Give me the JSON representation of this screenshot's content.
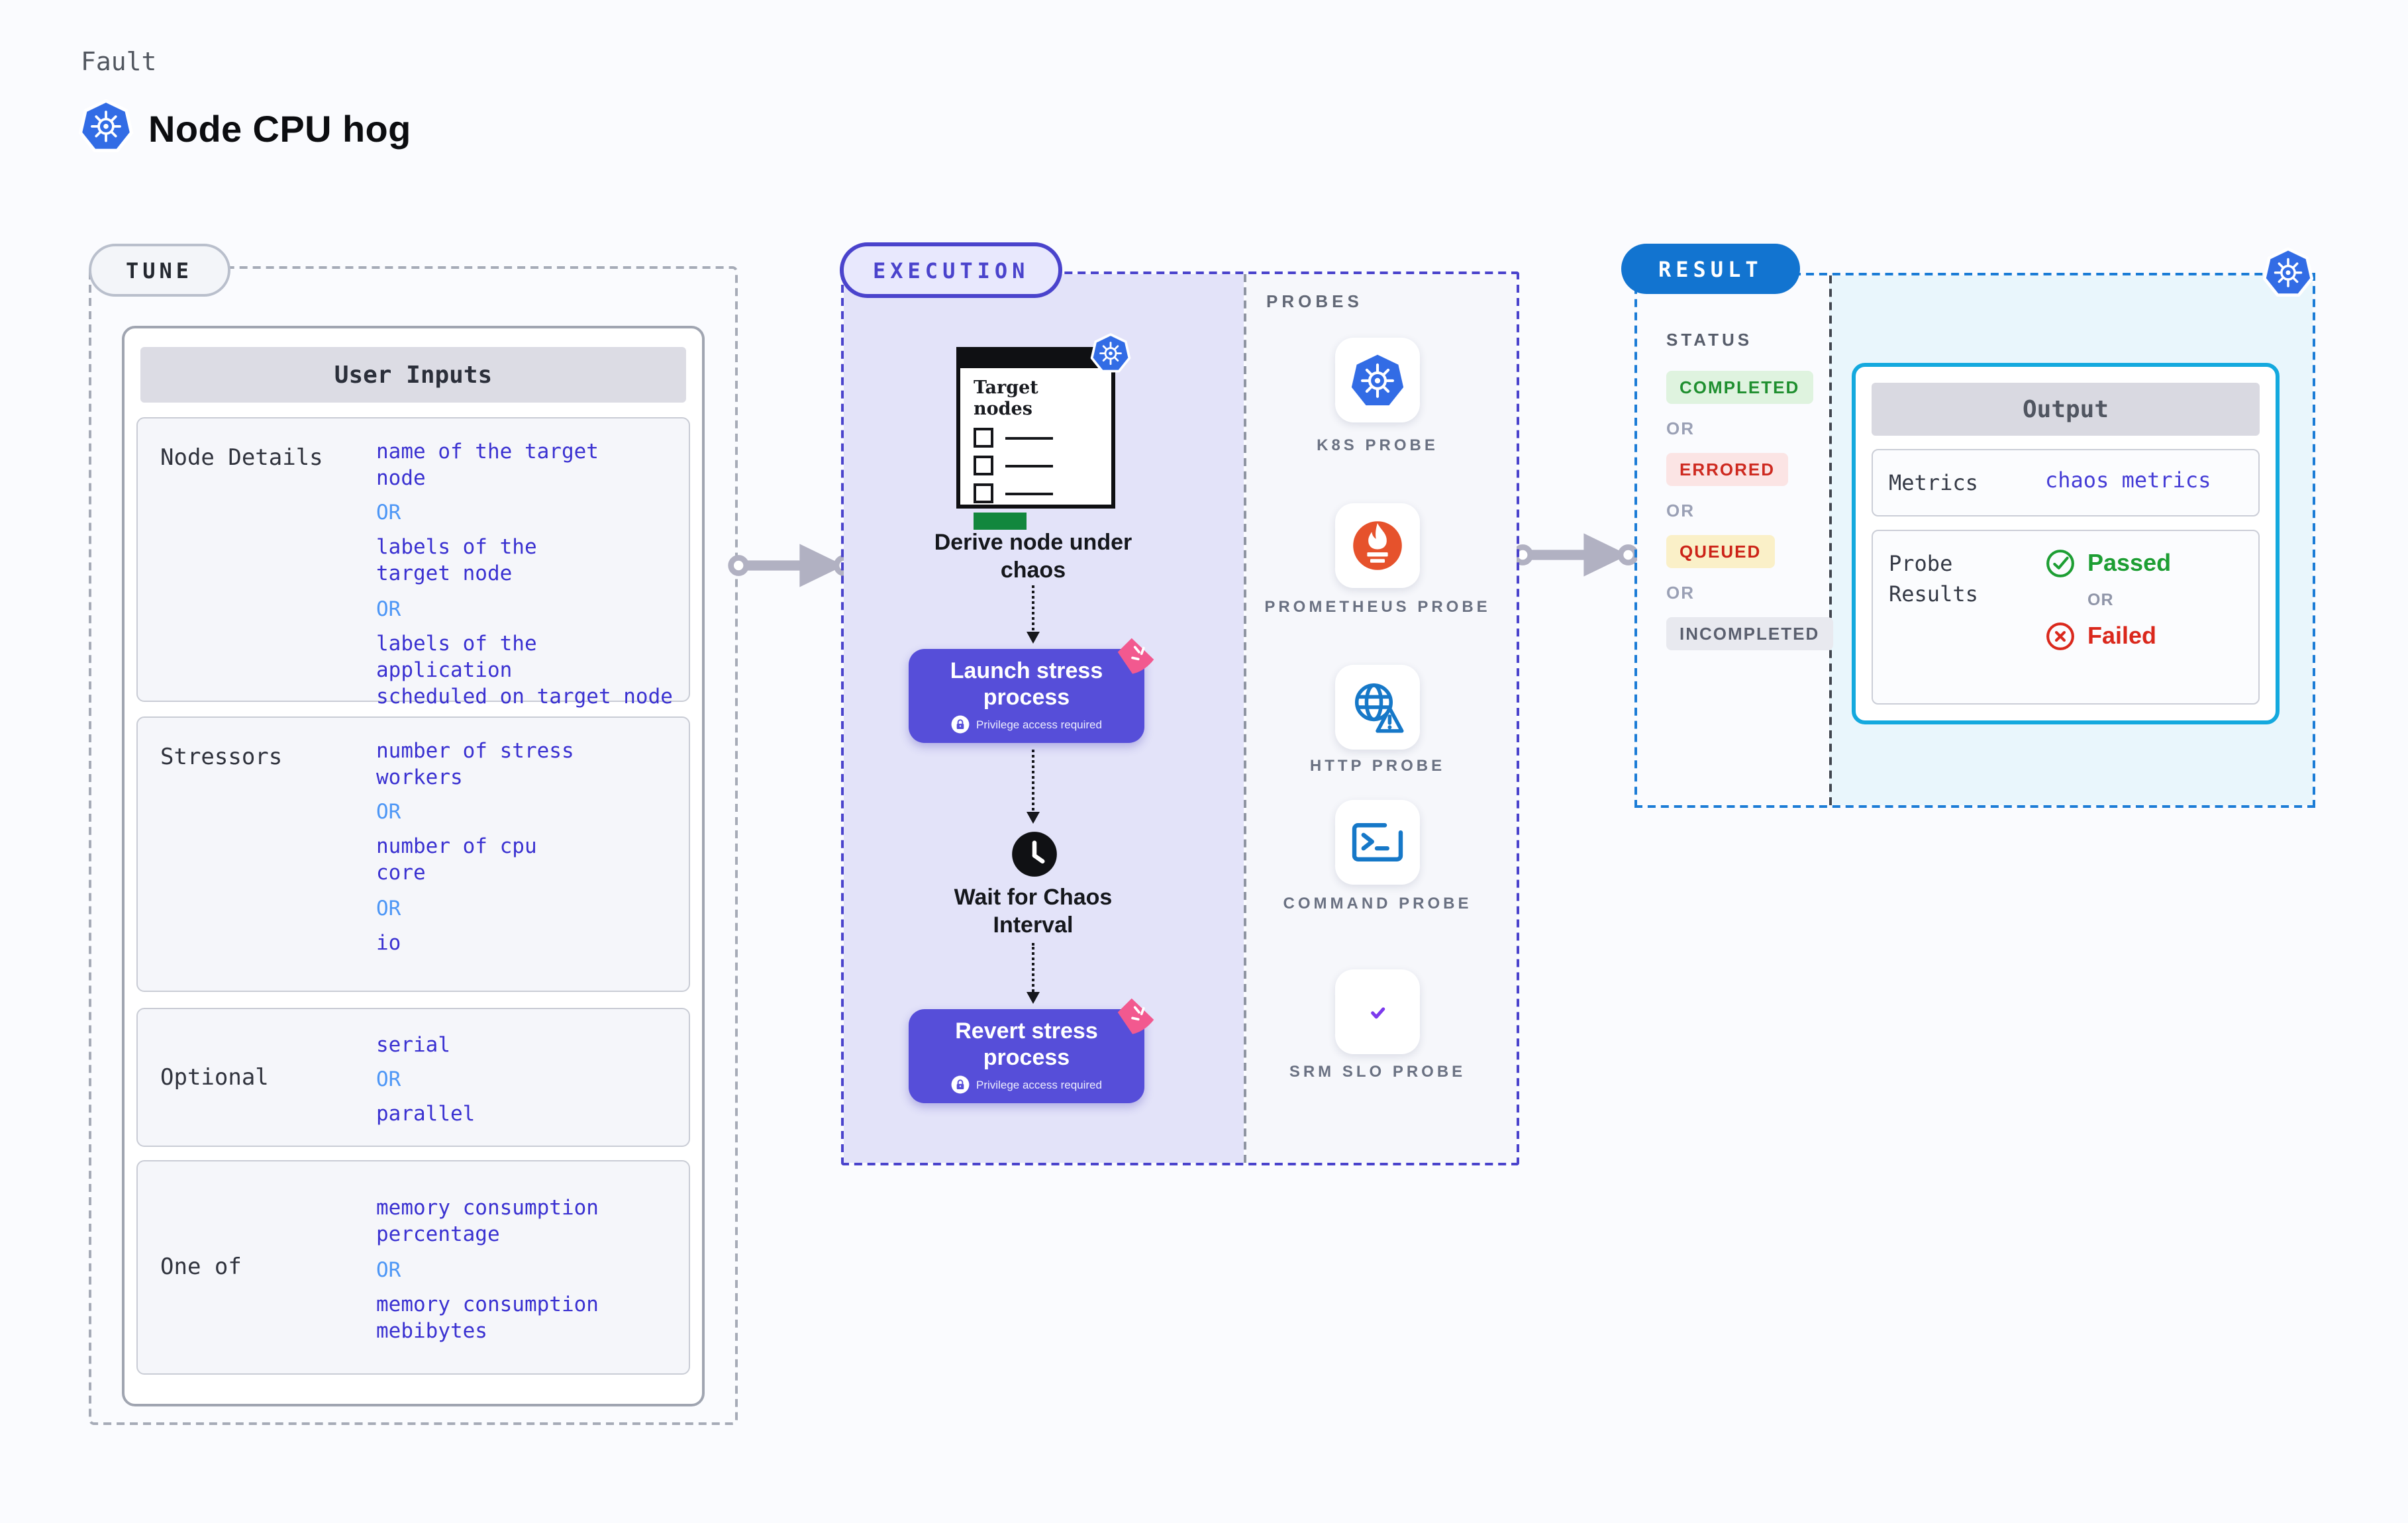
{
  "header": {
    "eyebrow": "Fault",
    "title": "Node CPU hog"
  },
  "tune": {
    "badge_label": "TUNE",
    "table_title": "User Inputs",
    "or_label": "OR",
    "rows": [
      {
        "label": "Node Details",
        "values": [
          "name of the target\nnode",
          "labels of the\ntarget node",
          "labels of the application\nscheduled on target node"
        ]
      },
      {
        "label": "Stressors",
        "values": [
          "number of stress\nworkers",
          "number of cpu\ncore",
          "io"
        ]
      },
      {
        "label": "Optional",
        "values": [
          "serial",
          "parallel"
        ]
      },
      {
        "label": "One of",
        "values": [
          "memory consumption\npercentage",
          "memory consumption\nmebibytes"
        ]
      }
    ]
  },
  "execution": {
    "badge_label": "EXECUTION",
    "window_title": "Target\nnodes",
    "derive_label": "Derive node under chaos",
    "launch_button": {
      "label": "Launch stress process",
      "note": "Privilege access required"
    },
    "wait_label": "Wait for Chaos Interval",
    "revert_button": {
      "label": "Revert stress process",
      "note": "Privilege access required"
    }
  },
  "probes": {
    "title": "PROBES",
    "items": [
      {
        "label": "K8S PROBE",
        "icon": "kubernetes-icon"
      },
      {
        "label": "PROMETHEUS PROBE",
        "icon": "prometheus-icon"
      },
      {
        "label": "HTTP PROBE",
        "icon": "globe-alert-icon"
      },
      {
        "label": "COMMAND PROBE",
        "icon": "terminal-icon"
      },
      {
        "label": "SRM SLO PROBE",
        "icon": "slo-gauge-icon"
      }
    ]
  },
  "result": {
    "badge_label": "RESULT",
    "status_title": "STATUS",
    "or_label": "OR",
    "statuses": [
      {
        "label": "COMPLETED",
        "bg": "#DFF3DF",
        "color": "#1F8F2F"
      },
      {
        "label": "ERRORED",
        "bg": "#FBE4E4",
        "color": "#CE2A20"
      },
      {
        "label": "QUEUED",
        "bg": "#FAF0C8",
        "color": "#CC2318"
      },
      {
        "label": "INCOMPLETED",
        "bg": "#E8E9EF",
        "color": "#5A5F6E"
      }
    ],
    "output": {
      "title": "Output",
      "metrics_label": "Metrics",
      "metrics_value": "chaos metrics",
      "probe_results_label": "Probe\nResults",
      "passed_label": "Passed",
      "or_label": "OR",
      "failed_label": "Failed"
    }
  },
  "colors": {
    "page_background": "#FAFBFE",
    "accent_indigo": "#4A43CC",
    "button_indigo": "#564ED9",
    "lavender_fill": "#E3E3F9",
    "result_blue": "#1274D0",
    "output_border_cyan": "#14A9DE",
    "cyan_fill": "#E9F6FC",
    "value_indigo": "#3A31D1",
    "or_blue": "#4E97F6",
    "passed_green": "#1D9E33",
    "failed_red": "#DA281C",
    "kubernetes_blue": "#326CE5",
    "prometheus_orange": "#E6522C",
    "probe_blue": "#1678C8",
    "srm_purple": "#7C3AED",
    "ribbon_pink": "#F2598F",
    "connector_gray": "#B1B1C2"
  }
}
